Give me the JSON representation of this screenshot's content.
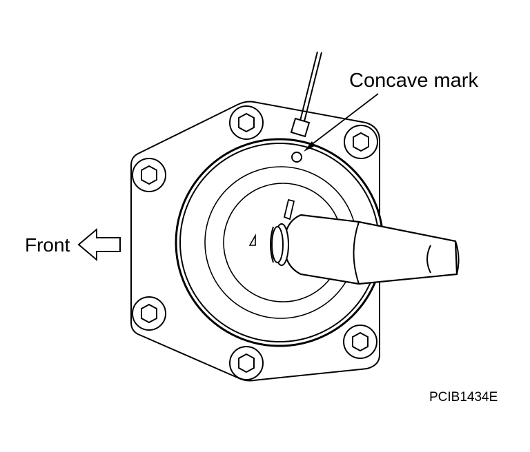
{
  "labels": {
    "concave_mark": "Concave mark",
    "front": "Front",
    "figure_code": "PCIB1434E"
  },
  "colors": {
    "line": "#000000",
    "background": "#ffffff"
  },
  "icons": {
    "front_arrow": "arrow-left-icon"
  }
}
